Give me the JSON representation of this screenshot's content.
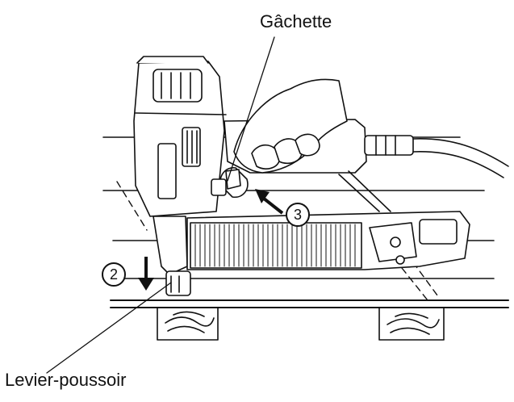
{
  "labels": {
    "trigger": "Gâchette",
    "push_lever": "Levier-poussoir"
  },
  "steps": {
    "step_2": "2",
    "step_3": "3"
  },
  "colors": {
    "ink": "#111111",
    "background": "#ffffff"
  }
}
